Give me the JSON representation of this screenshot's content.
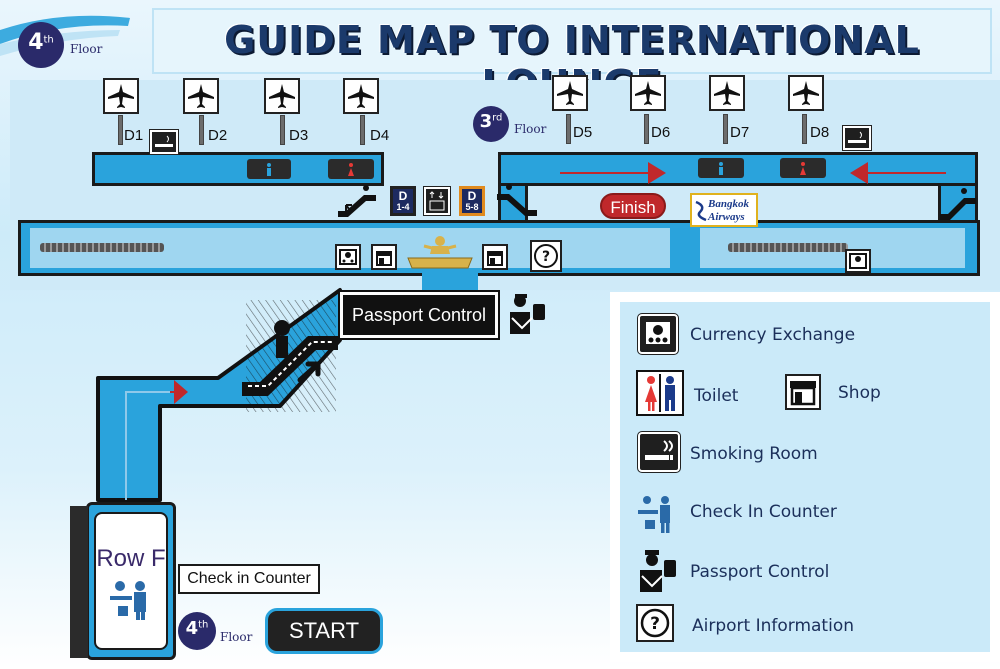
{
  "title": "GUIDE MAP TO INTERNATIONAL LOUNGE",
  "floors": {
    "top_left": {
      "num": "4",
      "sup": "th",
      "word": "Floor"
    },
    "mid": {
      "num": "3",
      "sup": "rd",
      "word": "Floor"
    },
    "bottom": {
      "num": "4",
      "sup": "th",
      "word": "Floor"
    }
  },
  "gates": [
    {
      "label": "D1"
    },
    {
      "label": "D2"
    },
    {
      "label": "D3"
    },
    {
      "label": "D4"
    },
    {
      "label": "D5"
    },
    {
      "label": "D6"
    },
    {
      "label": "D7"
    },
    {
      "label": "D8"
    }
  ],
  "direction_signs": [
    {
      "line1": "D",
      "line2": "1-4"
    },
    {
      "line1": "D",
      "line2": "5-8"
    }
  ],
  "labels": {
    "finish": "Finish",
    "passport_control": "Passport Control",
    "row_f": "Row F",
    "check_in_counter": "Check in Counter",
    "start": "START",
    "bangkok_airways_line1": "Bangkok",
    "bangkok_airways_line2": "Airways"
  },
  "legend": [
    {
      "label": "Currency Exchange",
      "icon": "currency-exchange-icon"
    },
    {
      "label": "Toilet",
      "icon": "toilet-icon"
    },
    {
      "label": "Shop",
      "icon": "shop-icon"
    },
    {
      "label": "Smoking Room",
      "icon": "smoking-room-icon"
    },
    {
      "label": "Check In Counter",
      "icon": "check-in-counter-icon"
    },
    {
      "label": "Passport Control",
      "icon": "passport-control-icon"
    },
    {
      "label": "Airport Information",
      "icon": "airport-information-icon"
    }
  ],
  "colors": {
    "corridor": "#2aa3dc",
    "title_text": "#1b3a6b",
    "finish": "#c0282b",
    "arrow": "#c0282b",
    "floor_badge": "#2a2a6a"
  }
}
